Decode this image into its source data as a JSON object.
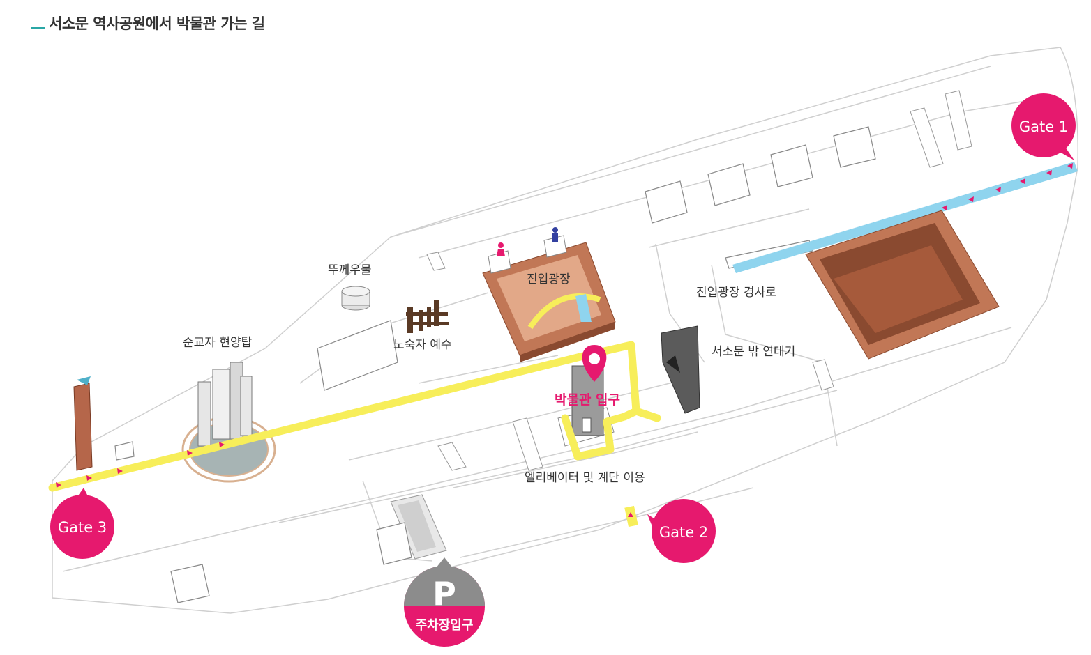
{
  "heading": {
    "title": "서소문 역사공원에서 박물관 가는 길"
  },
  "labels": {
    "well": "뚜께우물",
    "tower": "순교자 현양탑",
    "jesus": "노숙자 예수",
    "plaza": "진입광장",
    "ramp": "진입광장 경사로",
    "chronicle": "서소문 밖 연대기",
    "entrance": "박물관 입구",
    "elevator": "엘리베이터 및 계단 이용"
  },
  "gates": {
    "gate1": "Gate 1",
    "gate2": "Gate 2",
    "gate3": "Gate 3"
  },
  "parking": {
    "symbol": "P",
    "label": "주차장입구"
  },
  "colors": {
    "accent": "#e6196e",
    "path": "#f7ee5a",
    "path_blue": "#8fd4ee",
    "brick": "#b5664a",
    "teal": "#2aa7a6"
  },
  "icons": {
    "pin": "location-pin-icon",
    "women": "women-restroom-icon",
    "men": "men-restroom-icon"
  }
}
